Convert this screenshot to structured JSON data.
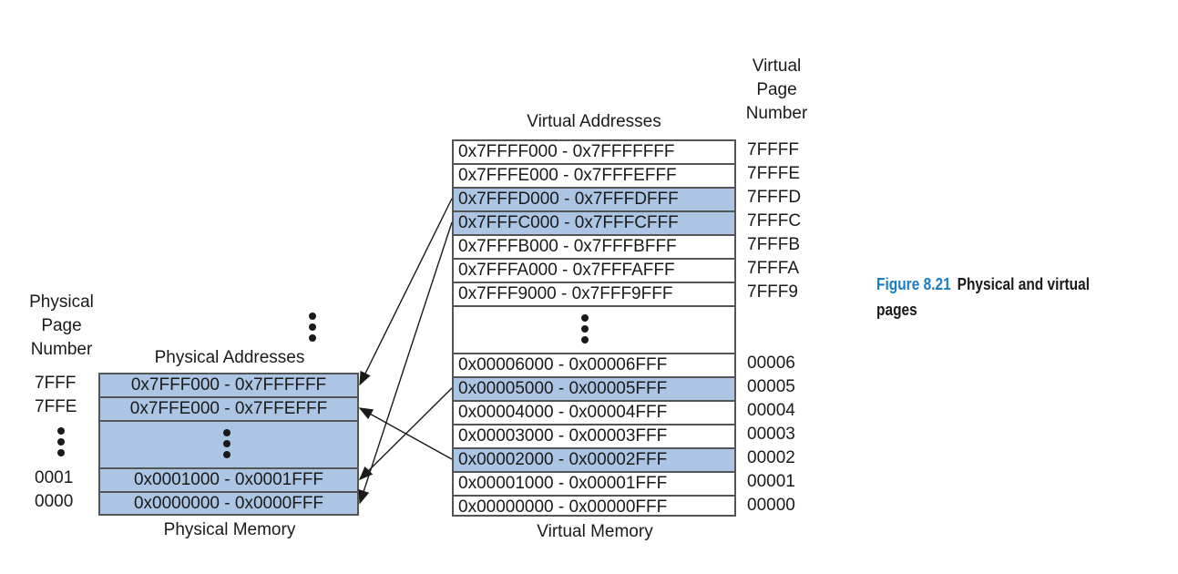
{
  "caption": {
    "figure_number": "Figure 8.21",
    "text": "Physical and virtual pages"
  },
  "virtual_memory": {
    "title": "Virtual Memory",
    "addresses_header": "Virtual Addresses",
    "page_number_header": [
      "Virtual",
      "Page",
      "Number"
    ],
    "rows": [
      {
        "range": "0x7FFFF000 - 0x7FFFFFFF",
        "page": "7FFFF",
        "mapped": false
      },
      {
        "range": "0x7FFFE000 - 0x7FFFEFFF",
        "page": "7FFFE",
        "mapped": false
      },
      {
        "range": "0x7FFFD000 - 0x7FFFDFFF",
        "page": "7FFFD",
        "mapped": true
      },
      {
        "range": "0x7FFFC000 - 0x7FFFCFFF",
        "page": "7FFFC",
        "mapped": true
      },
      {
        "range": "0x7FFFB000 - 0x7FFFBFFF",
        "page": "7FFFB",
        "mapped": false
      },
      {
        "range": "0x7FFFA000 - 0x7FFFAFFF",
        "page": "7FFFA",
        "mapped": false
      },
      {
        "range": "0x7FFF9000 - 0x7FFF9FFF",
        "page": "7FFF9",
        "mapped": false
      },
      {
        "ellipsis": true
      },
      {
        "range": "0x00006000 - 0x00006FFF",
        "page": "00006",
        "mapped": false
      },
      {
        "range": "0x00005000 - 0x00005FFF",
        "page": "00005",
        "mapped": true
      },
      {
        "range": "0x00004000 - 0x00004FFF",
        "page": "00004",
        "mapped": false
      },
      {
        "range": "0x00003000 - 0x00003FFF",
        "page": "00003",
        "mapped": false
      },
      {
        "range": "0x00002000 - 0x00002FFF",
        "page": "00002",
        "mapped": true
      },
      {
        "range": "0x00001000 - 0x00001FFF",
        "page": "00001",
        "mapped": false
      },
      {
        "range": "0x00000000 - 0x00000FFF",
        "page": "00000",
        "mapped": false
      }
    ]
  },
  "physical_memory": {
    "title": "Physical Memory",
    "addresses_header": "Physical Addresses",
    "page_number_header": [
      "Physical",
      "Page",
      "Number"
    ],
    "rows": [
      {
        "range": "0x7FFF000 - 0x7FFFFFF",
        "page": "7FFF"
      },
      {
        "range": "0x7FFE000 - 0x7FFEFFF",
        "page": "7FFE"
      },
      {
        "ellipsis": true
      },
      {
        "range": "0x0001000 - 0x0001FFF",
        "page": "0001"
      },
      {
        "range": "0x0000000 - 0x0000FFF",
        "page": "0000"
      }
    ]
  },
  "mappings": [
    {
      "virtual_page": "7FFFD",
      "physical_page": "7FFF"
    },
    {
      "virtual_page": "7FFFC",
      "physical_page": "0000"
    },
    {
      "virtual_page": "00005",
      "physical_page": "0001"
    },
    {
      "virtual_page": "00002",
      "physical_page": "7FFE"
    }
  ],
  "colors": {
    "mapped_fill": "#adc5e5",
    "border": "#555555",
    "caption_accent": "#1a7cc2"
  }
}
